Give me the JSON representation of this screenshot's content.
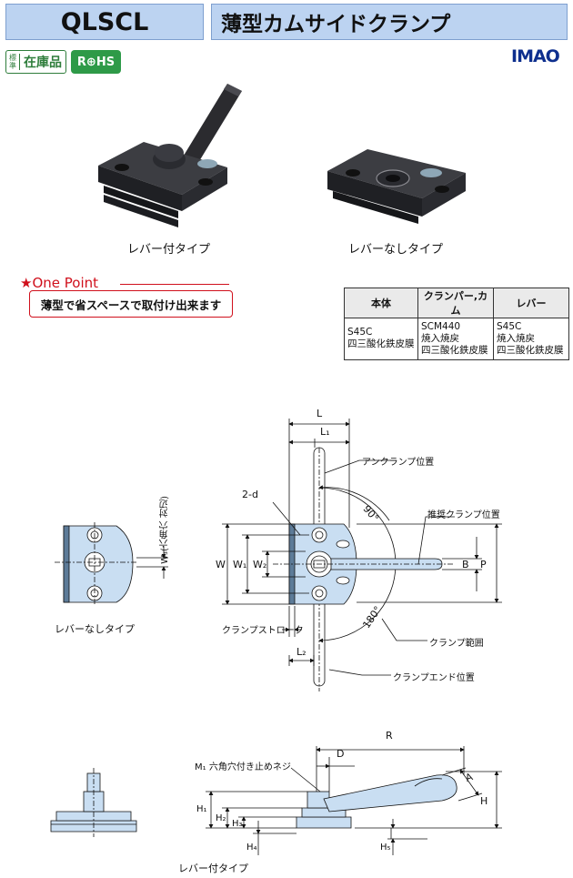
{
  "header": {
    "code": "QLSCL",
    "title": "薄型カムサイドクランプ"
  },
  "badges": {
    "stock_vertical": "標準",
    "stock": "在庫品",
    "rohs": "R⊕HS"
  },
  "logo": "IMAO",
  "photos": {
    "with_lever": "レバー付タイプ",
    "without_lever": "レバーなしタイプ"
  },
  "one_point": {
    "title": "One Point",
    "star": "★",
    "text": "薄型で省スペースで取付け出来ます"
  },
  "materials": {
    "headers": [
      "本体",
      "クランパー,カム",
      "レバー"
    ],
    "cells": [
      [
        "S45C",
        "四三酸化鉄皮膜"
      ],
      [
        "SCM440",
        "焼入焼戻",
        "四三酸化鉄皮膜"
      ],
      [
        "S45C",
        "焼入焼戻",
        "四三酸化鉄皮膜"
      ]
    ]
  },
  "drawing": {
    "left_caption": "レバーなしタイプ",
    "bottom_caption": "レバー付タイプ",
    "w3": "W₃(六角穴 対辺)",
    "labels": {
      "two_d": "2-d",
      "unclamp": "アンクランプ位置",
      "recommend": "推奨クランプ位置",
      "stroke": "クランプストローク",
      "range": "クランプ範囲",
      "end": "クランプエンド位置",
      "m1": "M₁ 六角穴付き止めネジ",
      "deg90": "90°",
      "deg180": "180°"
    },
    "dims": {
      "L": "L",
      "L1": "L₁",
      "L2": "L₂",
      "W": "W",
      "W1": "W₁",
      "W2": "W₂",
      "B": "B",
      "P": "P",
      "R": "R",
      "D": "D",
      "A": "A",
      "H": "H",
      "H1": "H₁",
      "H2": "H₂",
      "H3": "H₃",
      "H4": "H₄",
      "H5": "H₅"
    }
  }
}
